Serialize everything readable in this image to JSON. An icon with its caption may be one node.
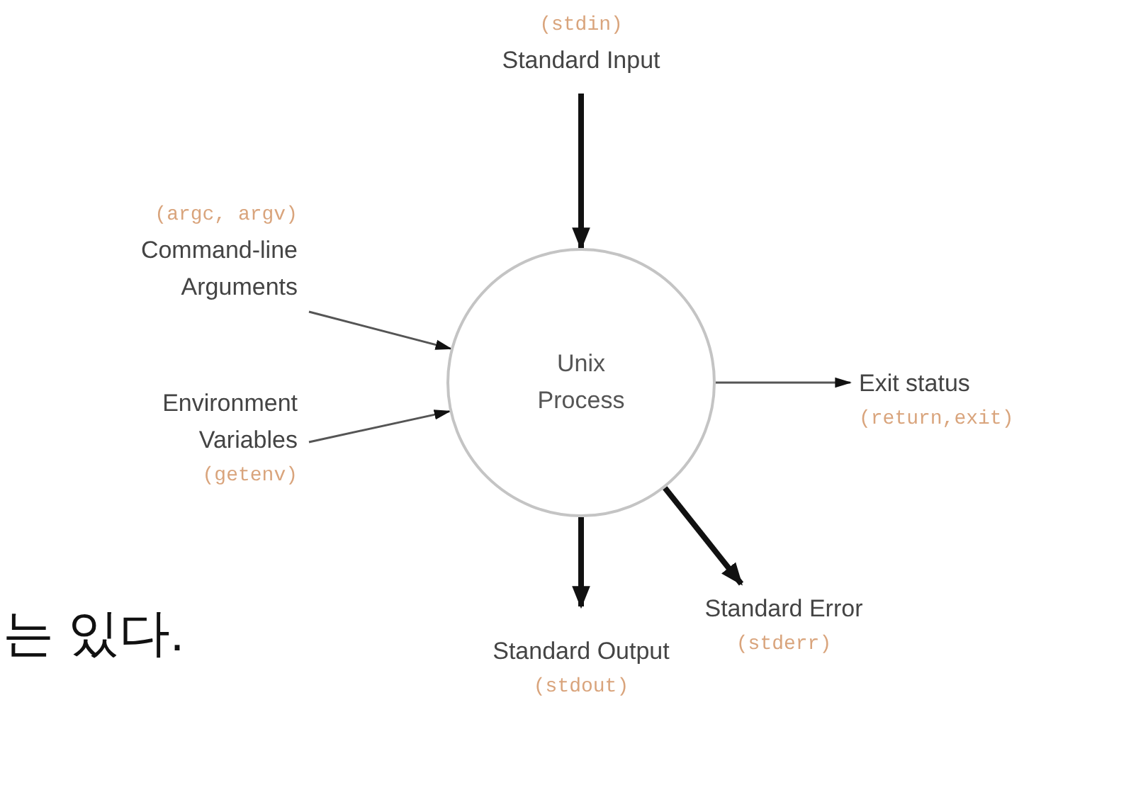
{
  "diagram": {
    "nodes": [
      {
        "text": [
          "Unix Process"
        ]
      },
      {
        "text": [
          "(stdin)",
          "Standard Input"
        ]
      },
      {
        "text": [
          "(argc, argv)",
          "Command-line Arguments"
        ]
      },
      {
        "text": [
          "Environment Variables",
          "(getenv)"
        ]
      },
      {
        "text": [
          "Exit status",
          "(return,exit)"
        ]
      },
      {
        "text": [
          "Standard Output",
          "(stdout)"
        ]
      },
      {
        "text": [
          "Standard Error",
          "(stderr)"
        ]
      }
    ],
    "edges": [
      {
        "from": 1,
        "to": 0,
        "arrow": "to",
        "style": "thick"
      },
      {
        "from": 2,
        "to": 0,
        "arrow": "to"
      },
      {
        "from": 3,
        "to": 0,
        "arrow": "to"
      },
      {
        "from": 0,
        "to": 4,
        "arrow": "to"
      },
      {
        "from": 0,
        "to": 5,
        "arrow": "to",
        "style": "thick"
      },
      {
        "from": 0,
        "to": 6,
        "arrow": "to",
        "style": "thick"
      }
    ],
    "labels": [
      "는 있다."
    ]
  }
}
